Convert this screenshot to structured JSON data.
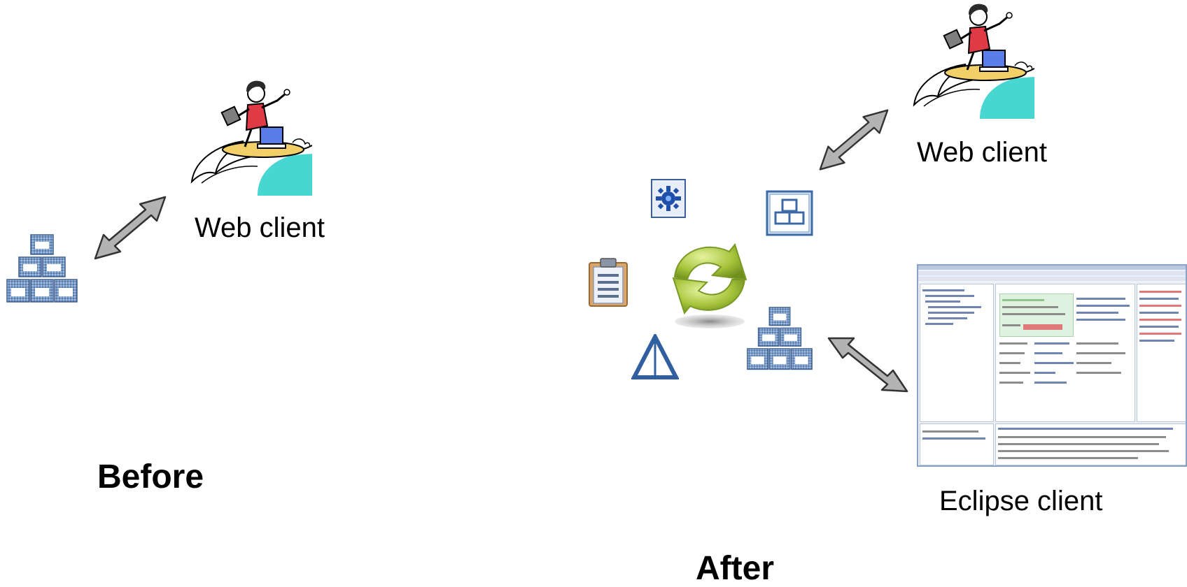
{
  "before": {
    "heading": "Before",
    "web_client_label": "Web client"
  },
  "after": {
    "heading": "After",
    "web_client_label": "Web client",
    "eclipse_client_label": "Eclipse client"
  },
  "icons": {
    "server": "stacked-boxes-server-icon",
    "web_client": "surfer-with-laptop-icon",
    "sync": "green-sync-arrows-icon",
    "plugin": "gear-plugin-icon",
    "component": "component-blocks-icon",
    "clipboard": "clipboard-icon",
    "triangle": "triangle-icon",
    "eclipse_window": "eclipse-ide-screenshot-icon"
  },
  "colors": {
    "arrow_fill": "#b3b3b3",
    "arrow_stroke": "#333333",
    "server_blue": "#5a7fb0",
    "sync_green": "#a6c43b",
    "surf_wave": "#47d7d0",
    "surfboard": "#f3cf6a",
    "dress": "#e03a46"
  }
}
